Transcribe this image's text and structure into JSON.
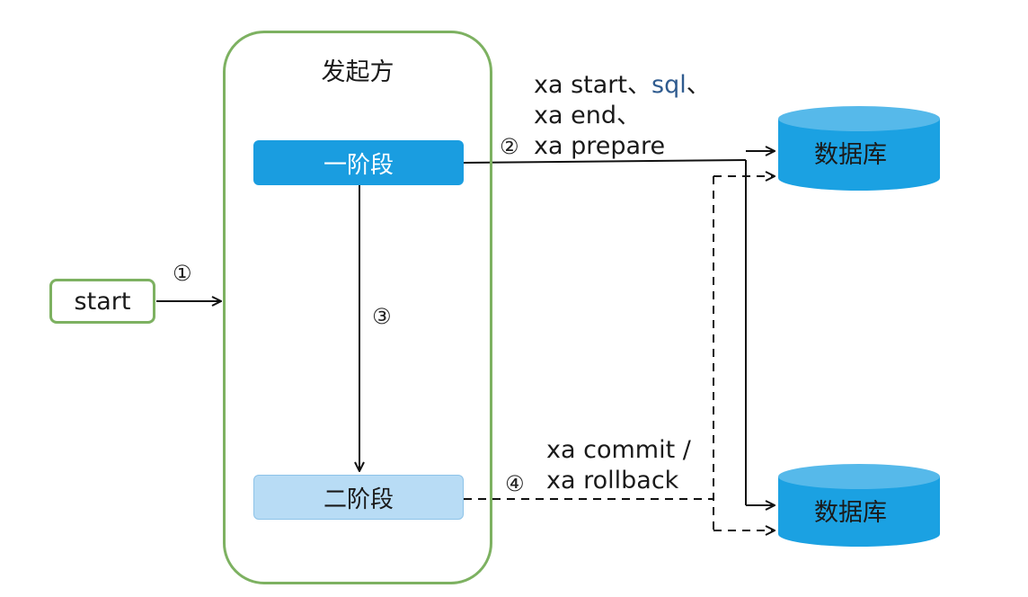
{
  "colors": {
    "green_border": "#7db161",
    "phase1_fill": "#1a9de0",
    "phase2_fill": "#b8dcf5",
    "database_fill": "#1ba1e2",
    "database_top": "#56b9ea",
    "sql_text": "#2f5b8f"
  },
  "start": {
    "label": "start"
  },
  "initiator": {
    "title": "发起方"
  },
  "phases": {
    "one": {
      "label": "一阶段"
    },
    "two": {
      "label": "二阶段"
    }
  },
  "steps": {
    "s1": "①",
    "s2": "②",
    "s3": "③",
    "s4": "④"
  },
  "prepare_text": {
    "line1_a": "xa start、",
    "line1_sql": "sql",
    "line1_b": "、",
    "line2": "xa end、",
    "line3": "xa prepare"
  },
  "commit_text": {
    "line1": "xa commit /",
    "line2": "xa rollback"
  },
  "databases": {
    "top": {
      "label": "数据库"
    },
    "bottom": {
      "label": "数据库"
    }
  }
}
